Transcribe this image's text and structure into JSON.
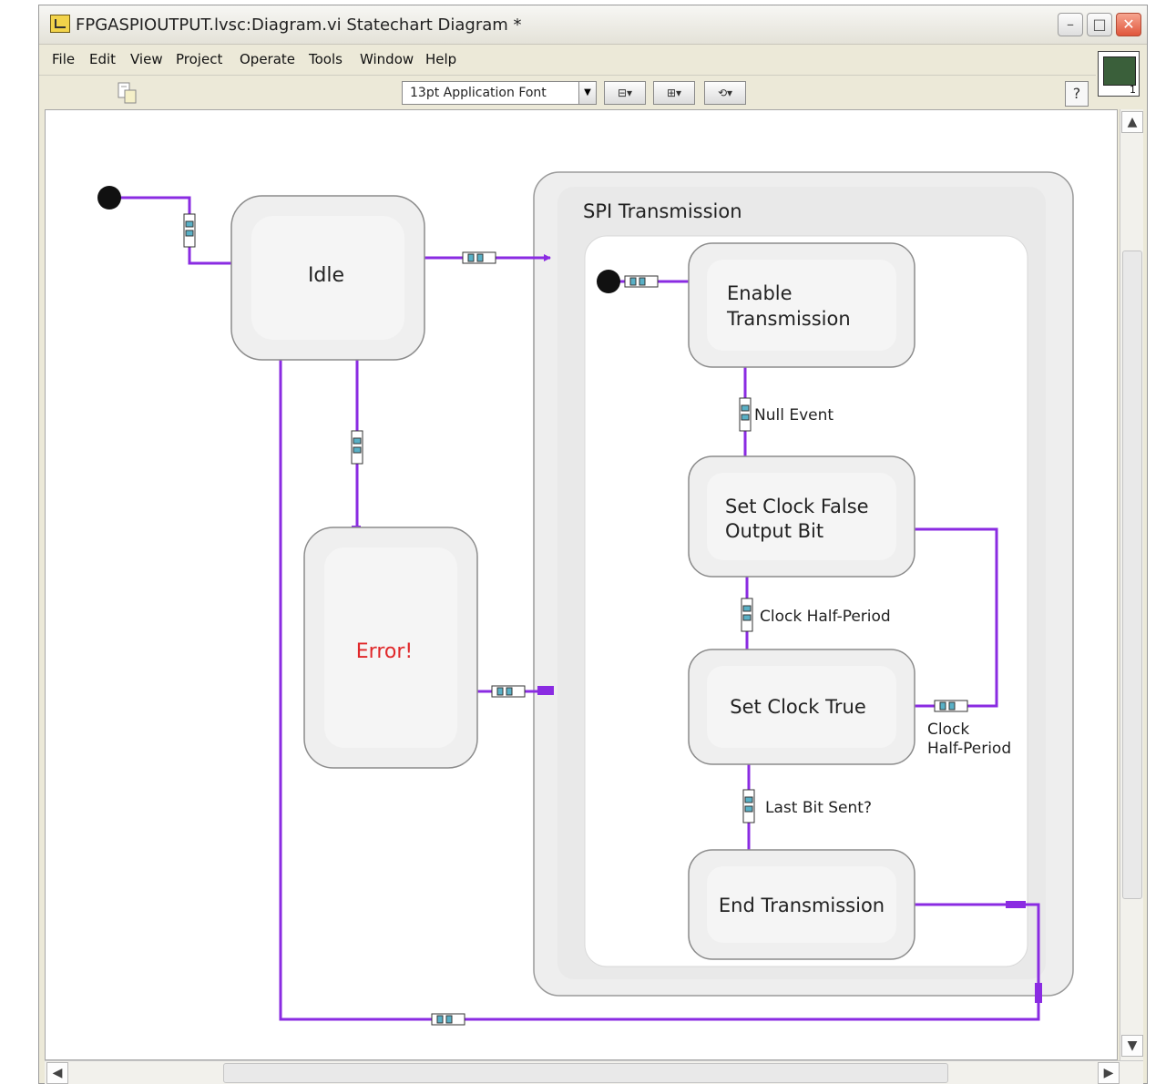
{
  "window": {
    "title": "FPGASPIOUTPUT.lvsc:Diagram.vi Statechart Diagram *",
    "minimize": "–",
    "maximize": "□",
    "close": "✕"
  },
  "menu": [
    "File",
    "Edit",
    "View",
    "Project",
    "Operate",
    "Tools",
    "Window",
    "Help"
  ],
  "toolbar": {
    "font": "13pt Application Font",
    "align_label": "⊟▾",
    "distribute_label": "⊞▾",
    "reorder_label": "⟲▾",
    "help": "?"
  },
  "vi_icon_number": "1",
  "diagram": {
    "superstate": "SPI Transmission",
    "states": {
      "idle": "Idle",
      "error": "Error!",
      "enable_1": "Enable",
      "enable_2": "Transmission",
      "set_clock_false_1": "Set Clock False",
      "set_clock_false_2": "Output Bit",
      "set_clock_true": "Set Clock True",
      "end_transmission": "End Transmission"
    },
    "transitions": {
      "null_event": "Null Event",
      "clock_half_period": "Clock Half-Period",
      "clock_2_line1": "Clock",
      "clock_2_line2": "Half-Period",
      "last_bit": "Last Bit Sent?"
    },
    "colors": {
      "wire": "#8a2be2",
      "state_fill": "#efefef",
      "error_text": "#e0282a"
    }
  },
  "scroll": {
    "up": "▲",
    "down": "▼",
    "left": "◀",
    "right": "▶"
  }
}
